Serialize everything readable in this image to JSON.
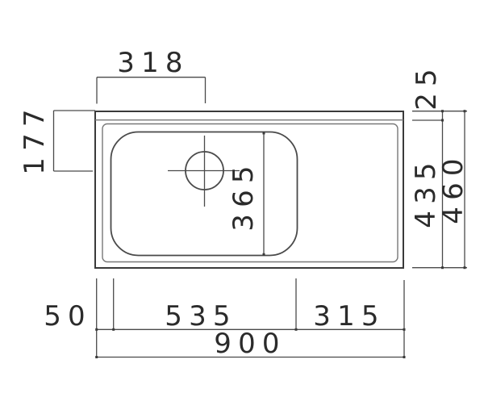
{
  "diagram": {
    "subject": "sink-top-view-dimension-drawing",
    "labels": {
      "faucet_offset_from_left": "318",
      "faucet_offset_from_back": "177",
      "back_ledge_depth": "25",
      "front_depth": "435",
      "total_depth": "460",
      "bowl_front_to_back": "365",
      "left_margin": "50",
      "bowl_width": "535",
      "drainer_width": "315",
      "total_width": "900"
    },
    "colors": {
      "background": "#ffffff",
      "line_dark": "#3a3a3a",
      "line_med": "#4a4a4a",
      "line_light": "#787878",
      "text": "#2b2b2b"
    }
  }
}
